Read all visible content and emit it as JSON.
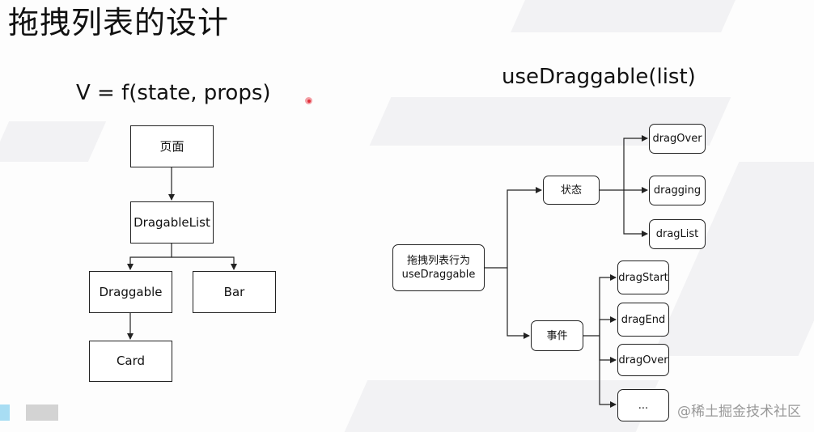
{
  "title": "拖拽列表的设计",
  "formula": "V = f(state, props)",
  "left_tree": {
    "page": "页面",
    "list": "DragableList",
    "draggable": "Draggable",
    "bar": "Bar",
    "card": "Card"
  },
  "right_tree": {
    "title": "useDraggable(list)",
    "root": "拖拽列表行为\nuseDraggable",
    "state": "状态",
    "event": "事件",
    "state_items": [
      "dragOver",
      "dragging",
      "dragList"
    ],
    "event_items": [
      "dragStart",
      "dragEnd",
      "dragOver",
      "..."
    ]
  },
  "watermark": "@稀土掘金技术社区",
  "colors": {
    "line": "#222222",
    "box_border": "#222222",
    "pointer": "#e2303c"
  }
}
